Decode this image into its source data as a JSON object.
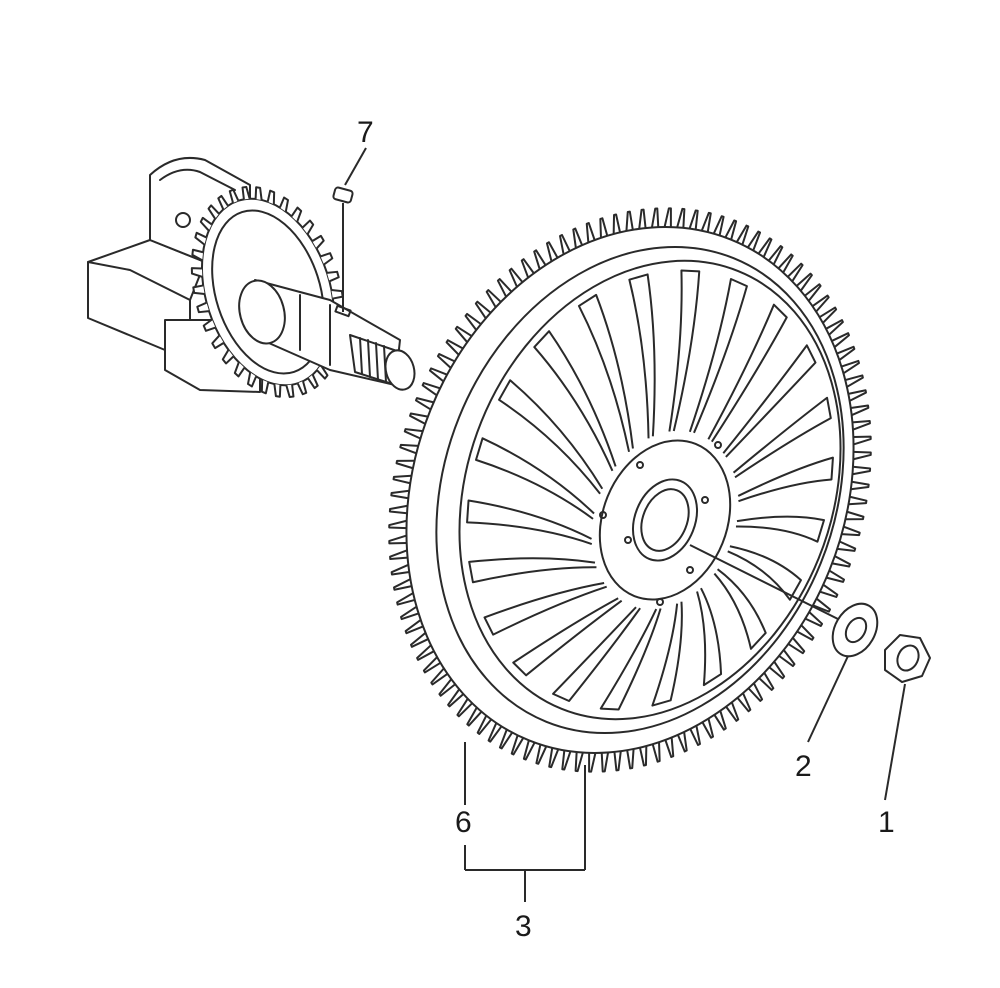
{
  "callouts": [
    {
      "id": "1",
      "label": "1"
    },
    {
      "id": "2",
      "label": "2"
    },
    {
      "id": "3",
      "label": "3"
    },
    {
      "id": "6",
      "label": "6"
    },
    {
      "id": "7",
      "label": "7"
    }
  ]
}
